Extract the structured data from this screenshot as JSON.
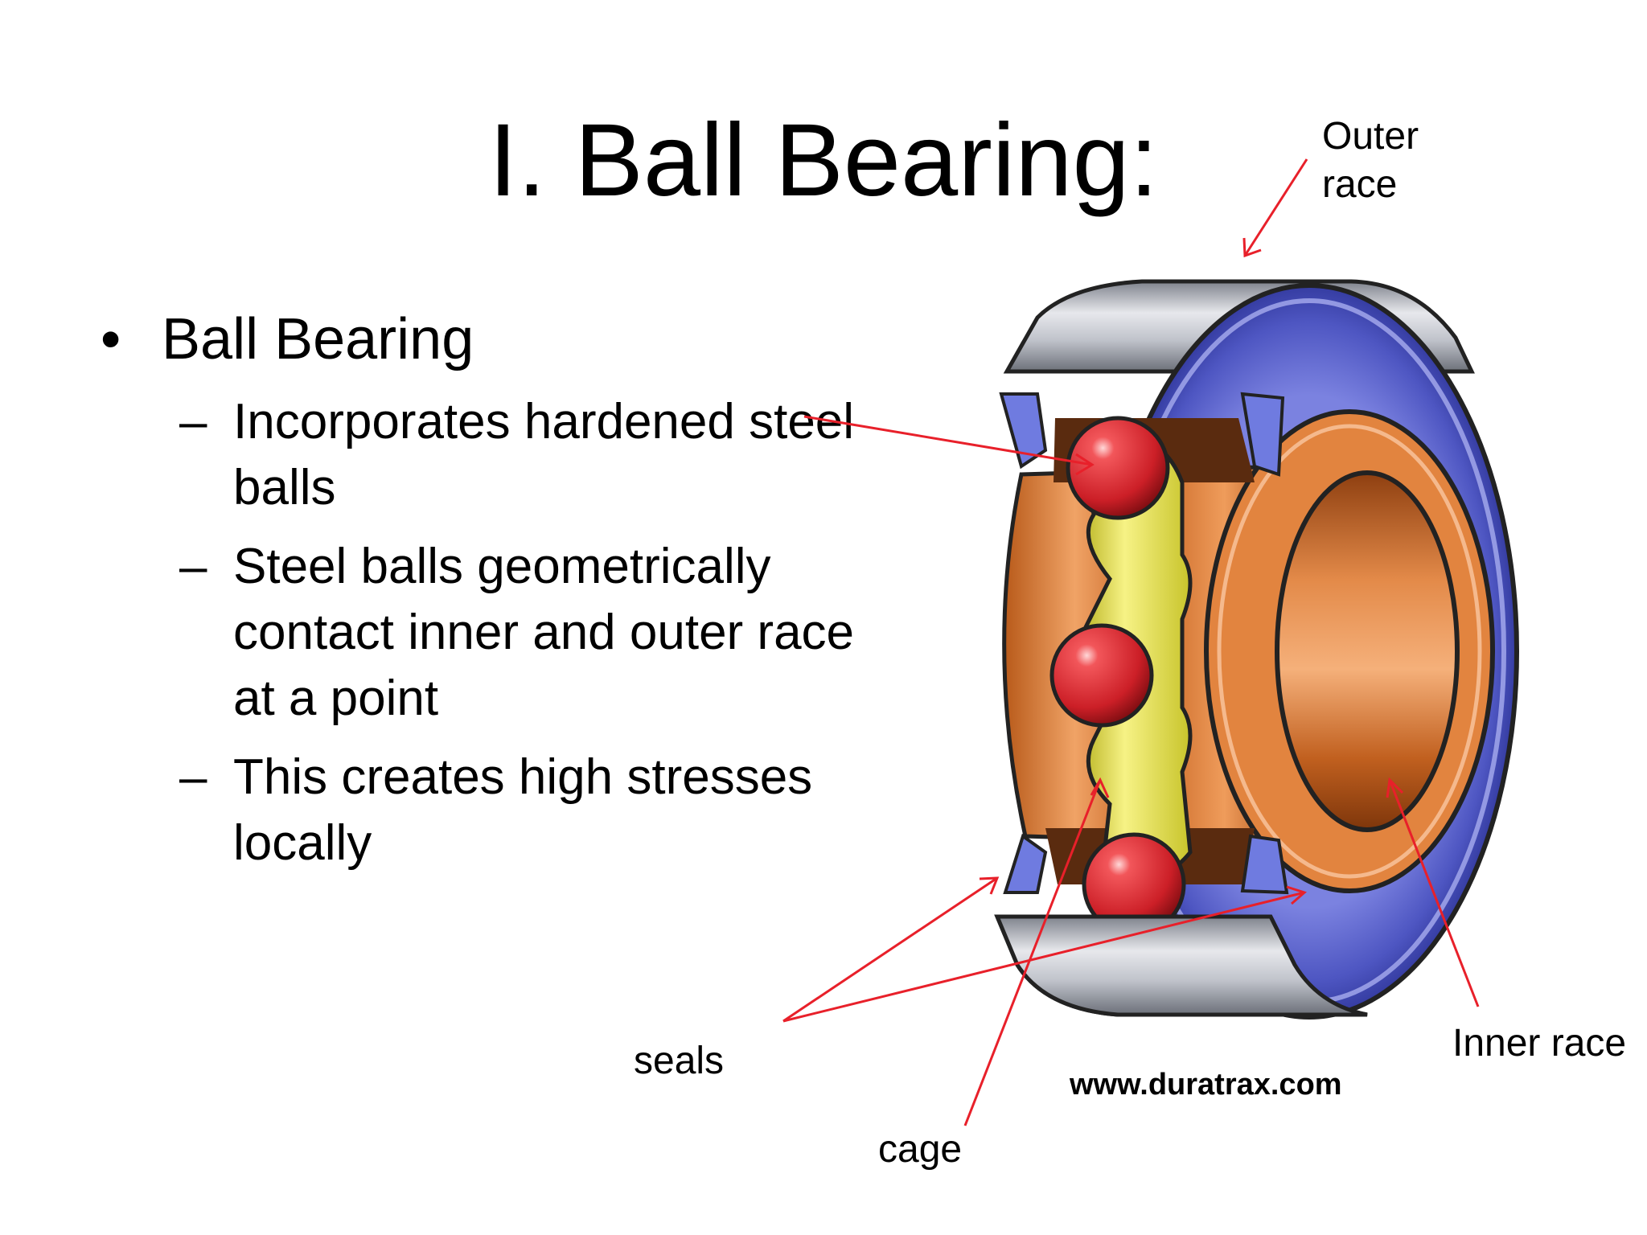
{
  "slide": {
    "title": "I. Ball Bearing:",
    "bullet": {
      "marker": "•",
      "text": "Ball Bearing",
      "sub_marker": "–",
      "subitems": [
        "Incorporates hardened steel balls",
        "Steel balls geometrically contact inner and outer race at a point",
        "This creates high stresses locally"
      ]
    }
  },
  "diagram": {
    "labels": {
      "outer_race": "Outer race",
      "seals": "seals",
      "cage": "cage",
      "inner_race": "Inner race"
    },
    "watermark": "www.duratrax.com",
    "colors": {
      "arrow": "#e8202a",
      "outer_race_face": "#5b63c8",
      "inner_race": "#c9621d",
      "ball": "#d8232a",
      "cage": "#e3df3a",
      "metal": "#a9acb6"
    }
  }
}
